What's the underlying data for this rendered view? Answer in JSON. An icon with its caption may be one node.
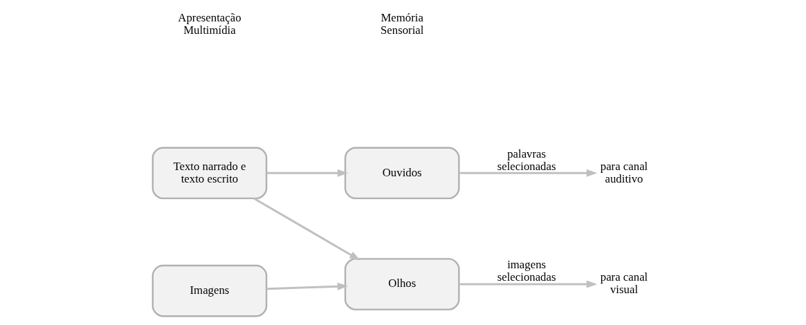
{
  "diagram": {
    "nodes": [
      {
        "text": [
          "Texto narrado e texto escrito"
        ]
      },
      {
        "text": [
          "Ouvidos"
        ]
      },
      {
        "text": [
          "para canal auditivo"
        ]
      },
      {
        "text": [
          "Imagens"
        ]
      },
      {
        "text": [
          "Olhos"
        ]
      },
      {
        "text": [
          "para canal visual"
        ]
      }
    ],
    "edges": [
      {
        "from": 0,
        "to": 1,
        "arrow": "to"
      },
      {
        "from": 1,
        "to": 2,
        "arrow": "to",
        "label": "palavras selecionadas"
      },
      {
        "from": 0,
        "to": 4,
        "arrow": "to"
      },
      {
        "from": 3,
        "to": 4,
        "arrow": "to"
      },
      {
        "from": 4,
        "to": 5,
        "arrow": "to",
        "label": "imagens selecionadas"
      }
    ],
    "labels": [
      "Apresentação Multimídia",
      "Memória Sensorial"
    ]
  }
}
